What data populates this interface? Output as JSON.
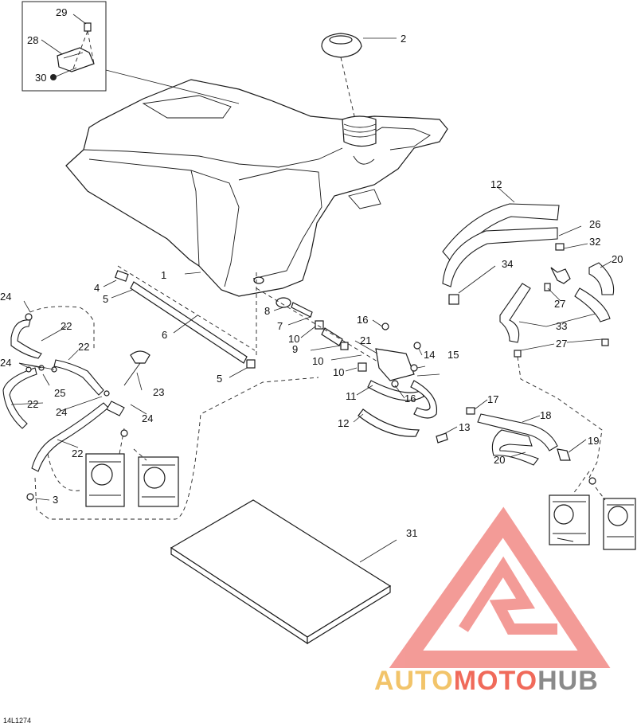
{
  "diagram": {
    "drawing_code": "14L1274",
    "callouts": [
      "1",
      "2",
      "3",
      "4",
      "5",
      "5",
      "6",
      "7",
      "8",
      "9",
      "10",
      "10",
      "10",
      "11",
      "12",
      "12",
      "13",
      "14",
      "15",
      "16",
      "16",
      "17",
      "18",
      "19",
      "20",
      "20",
      "21",
      "22",
      "22",
      "22",
      "22",
      "23",
      "24",
      "24",
      "24",
      "24",
      "25",
      "26",
      "27",
      "27",
      "28",
      "29",
      "30",
      "31",
      "32",
      "33",
      "34"
    ]
  },
  "watermark": {
    "part1": "AUTO",
    "part2": "MOTO",
    "part3": "HUB",
    "color_auto": "#f2c46a",
    "color_moto": "#f06a5a",
    "color_hub": "#8a8a8a",
    "logo_color": "#f28a86"
  }
}
